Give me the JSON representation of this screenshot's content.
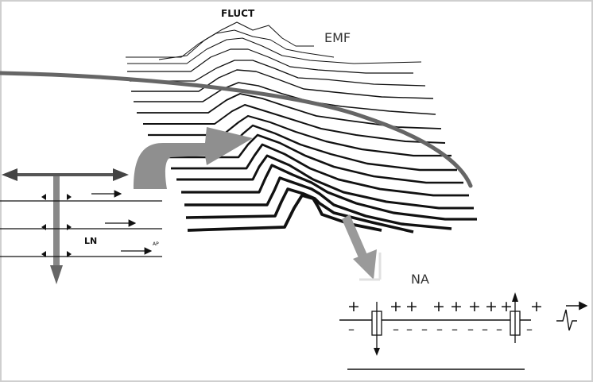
{
  "labels": {
    "fluct": "FLUCT",
    "emf": "EMF",
    "ln": "LN",
    "ap": "AP",
    "na": "NA"
  },
  "membrane": {
    "plus_signs": [
      "+",
      "+",
      "+",
      "+",
      "+",
      "+",
      "+",
      "+",
      "+"
    ],
    "minus_signs": [
      "–",
      "–",
      "–",
      "–",
      "–",
      "–",
      "–",
      "–",
      "–",
      "–"
    ]
  },
  "colors": {
    "line": "#111111",
    "curve": "#666666",
    "block_arrow": "#8f8f8f",
    "na_arrow": "#9a9a9a",
    "frame": "#cfcfcf"
  },
  "icons": [
    "double-arrow-icon",
    "block-arrow-icon",
    "down-arrow-icon",
    "ion-channel-icon",
    "action-potential-icon"
  ]
}
